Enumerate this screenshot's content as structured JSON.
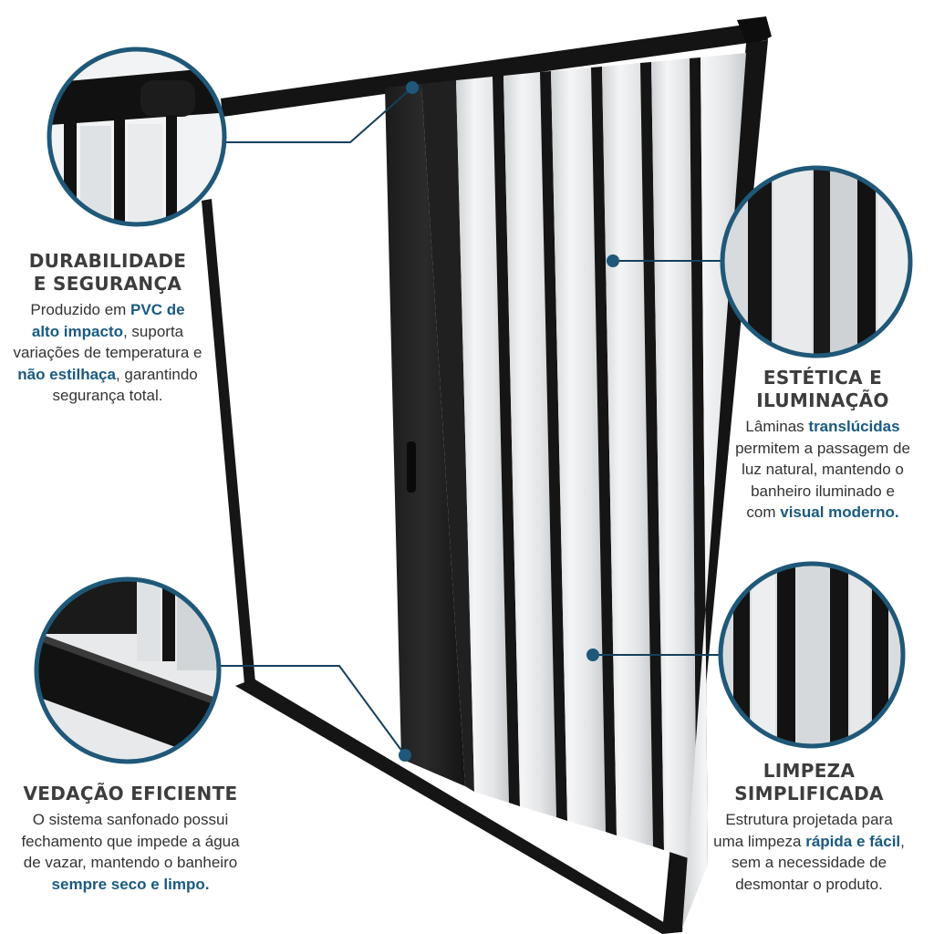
{
  "colors": {
    "frame": "#141414",
    "panel_light": "#e4e6e8",
    "panel_dark": "#161616",
    "accent_blue": "#1a5a80",
    "heading": "#3d3d3d",
    "callout_ring": "#1f5878"
  },
  "features": {
    "durabilidade": {
      "title_line1": "DURABILIDADE",
      "title_line2": "E SEGURANÇA",
      "t1": "Produzido em ",
      "h1": "PVC de",
      "h2": "alto impacto",
      "t2": ", suporta",
      "t3": "variações de temperatura e",
      "h3": "não estilhaça",
      "t4": ", garantindo",
      "t5": "segurança total."
    },
    "estetica": {
      "title_line1": "ESTÉTICA E",
      "title_line2": "ILUMINAÇÃO",
      "t1": "Lâminas ",
      "h1": "translúcidas",
      "t2": "permitem a passagem de",
      "t3": "luz natural, mantendo o",
      "t4": "banheiro iluminado e",
      "t5": "com ",
      "h2": "visual moderno."
    },
    "vedacao": {
      "title": "VEDAÇÃO EFICIENTE",
      "t1": "O sistema sanfonado possui",
      "t2": "fechamento que impede a água",
      "t3": "de vazar, mantendo o banheiro",
      "h1": "sempre seco e limpo."
    },
    "limpeza": {
      "title_line1": "LIMPEZA",
      "title_line2": "SIMPLIFICADA",
      "t1": "Estrutura projetada para",
      "t2": "uma limpeza ",
      "h1": "rápida e fácil",
      "t3": ",",
      "t4": "sem a necessidade de",
      "t5": "desmontar o produto."
    }
  }
}
